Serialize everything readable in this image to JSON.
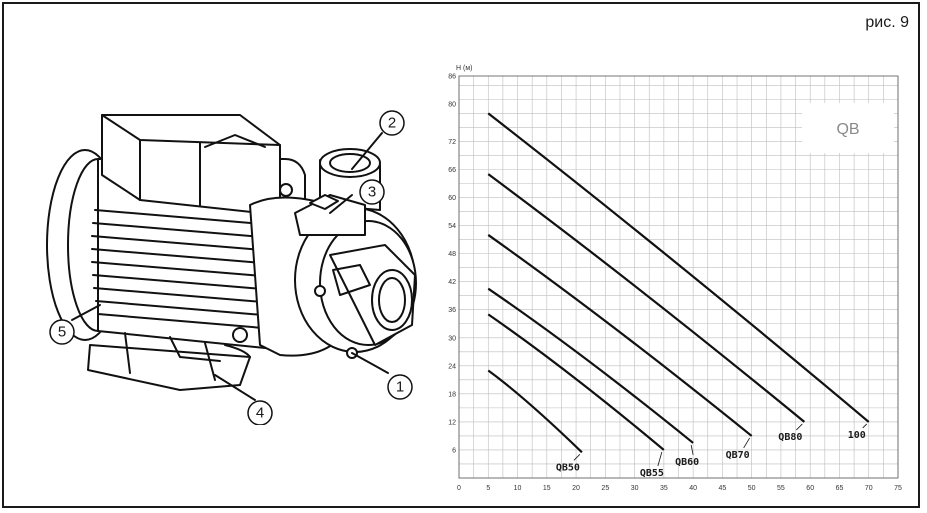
{
  "figure_label": "рис. 9",
  "pump_callouts": [
    "1",
    "2",
    "3",
    "4",
    "5"
  ],
  "chart_data": {
    "type": "line",
    "ylabel": "H",
    "yunit": "(м)",
    "xlabel": "",
    "badge": "QB",
    "xlim": [
      0,
      75
    ],
    "ylim": [
      0,
      86
    ],
    "x_ticks": [
      0,
      5,
      10,
      15,
      20,
      25,
      30,
      35,
      40,
      45,
      50,
      55,
      60,
      65,
      70,
      75
    ],
    "y_ticks": [
      6,
      12,
      18,
      24,
      30,
      36,
      42,
      48,
      54,
      60,
      66,
      72,
      80,
      86
    ],
    "grid": true,
    "series": [
      {
        "name": "QB50",
        "x": [
          5,
          21
        ],
        "y": [
          23,
          5.5
        ]
      },
      {
        "name": "QB55",
        "x": [
          5,
          35
        ],
        "y": [
          35,
          6
        ]
      },
      {
        "name": "QB60",
        "x": [
          5,
          40
        ],
        "y": [
          40.5,
          7.5
        ]
      },
      {
        "name": "QB70",
        "x": [
          5,
          50
        ],
        "y": [
          52,
          9
        ]
      },
      {
        "name": "QB80",
        "x": [
          5,
          59
        ],
        "y": [
          65,
          12
        ]
      },
      {
        "name": "100",
        "x": [
          5,
          70
        ],
        "y": [
          78,
          12
        ]
      }
    ]
  }
}
